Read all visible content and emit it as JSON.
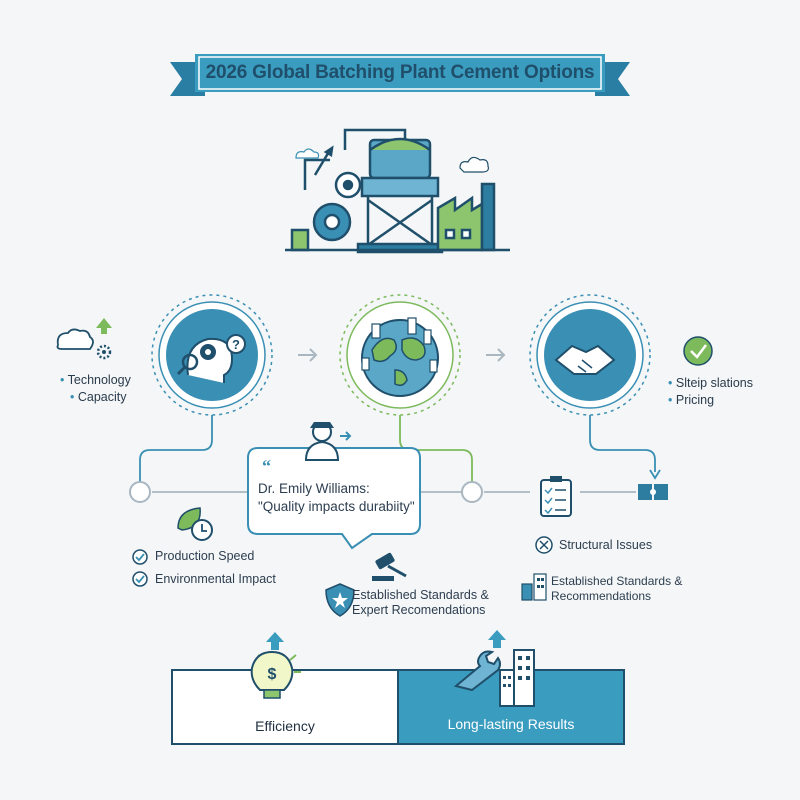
{
  "title": "2026 Global Batching Plant Cement Options",
  "left_bullets": [
    "Technology",
    "Capacity"
  ],
  "right_bullets": [
    "Slteip slations",
    "Pricing"
  ],
  "quote": {
    "author": "Dr. Emily Williams:",
    "text": "\"Quality impacts durabiity\""
  },
  "left_checks": [
    "Production Speed",
    "Environmental Impact"
  ],
  "center_note": [
    "Established Standards &",
    "Expert Recomendations"
  ],
  "right_note": {
    "issue": "Structural Issues",
    "lines": [
      "Established Standards &",
      "Recommendations"
    ]
  },
  "bottom": {
    "left_label": "Efficiency",
    "right_label": "Long-lasting Results"
  },
  "colors": {
    "teal": "#3a8fb4",
    "teal_dark": "#2c7da0",
    "green": "#7cba5c",
    "navy": "#1f4f6b",
    "ribbon": "#3a9cbf"
  }
}
